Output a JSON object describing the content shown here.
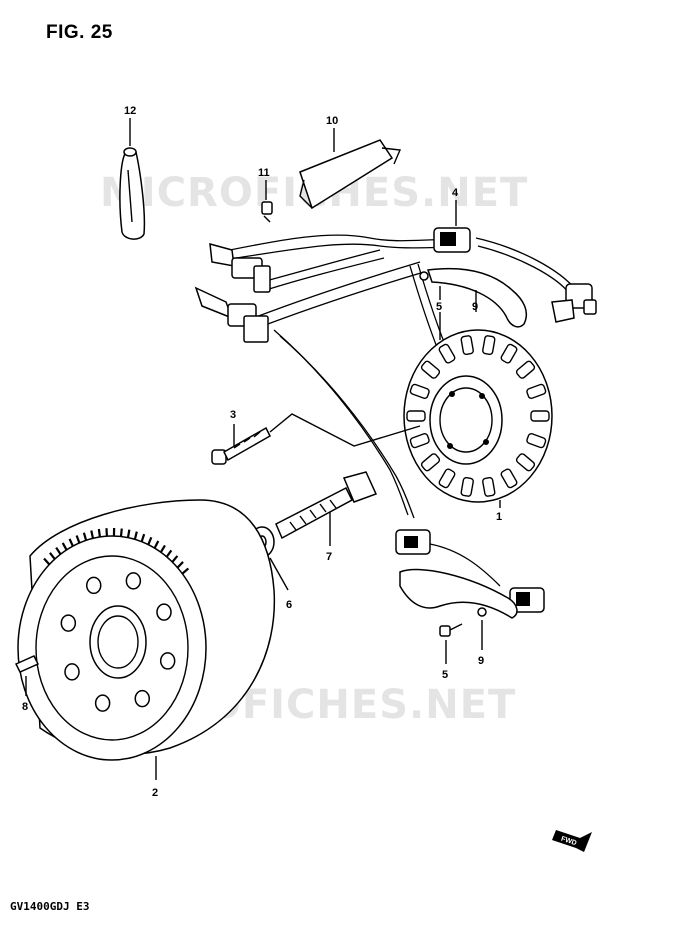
{
  "figure": {
    "title": "FIG. 25",
    "model_code": "GV1400GDJ  E3"
  },
  "watermark": {
    "text": "MICROFICHES.NET"
  },
  "direction_marker": {
    "label": "FWD"
  },
  "callouts": {
    "c1": "1",
    "c2": "2",
    "c3": "3",
    "c4": "4",
    "c5a": "5",
    "c5b": "5",
    "c6": "6",
    "c7": "7",
    "c8": "8",
    "c9a": "9",
    "c9b": "9",
    "c10": "10",
    "c11": "11",
    "c12": "12"
  }
}
